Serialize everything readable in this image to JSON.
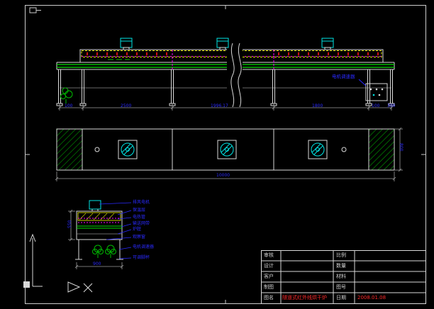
{
  "colors": {
    "background": "#000000",
    "line": "#d9d9d9",
    "cyan": "#00e5e5",
    "green": "#00dd00",
    "yellow": "#e8e800",
    "magenta": "#ff00ff",
    "red": "#ff2a2a",
    "dim_text_blue": "#2a2aff"
  },
  "front_view": {
    "dims": [
      "100",
      "2500",
      "1996.17",
      "1800",
      "100",
      "300"
    ],
    "controller_label": "电机调速器"
  },
  "plan_view": {
    "length_dim": "10000",
    "width_dim": "800"
  },
  "section_view": {
    "width_dim": "900",
    "height_dim": "550",
    "part_labels": [
      "排风电机",
      "保温层",
      "电热管",
      "输送网带",
      "炉膛",
      "观察窗",
      "电机调速器",
      "可调脚杯"
    ]
  },
  "title_block": {
    "rows": [
      {
        "l1": "审核",
        "v1": "",
        "l2": "比例",
        "v2": ""
      },
      {
        "l1": "设计",
        "v1": "",
        "l2": "数量",
        "v2": ""
      },
      {
        "l1": "客户",
        "v1": "",
        "l2": "材料",
        "v2": ""
      },
      {
        "l1": "制图",
        "v1": "",
        "l2": "图号",
        "v2": ""
      },
      {
        "l1": "图名",
        "v1": "隧道式红外线烘干炉",
        "l2": "日期",
        "v2": "2008.01.08"
      }
    ]
  }
}
